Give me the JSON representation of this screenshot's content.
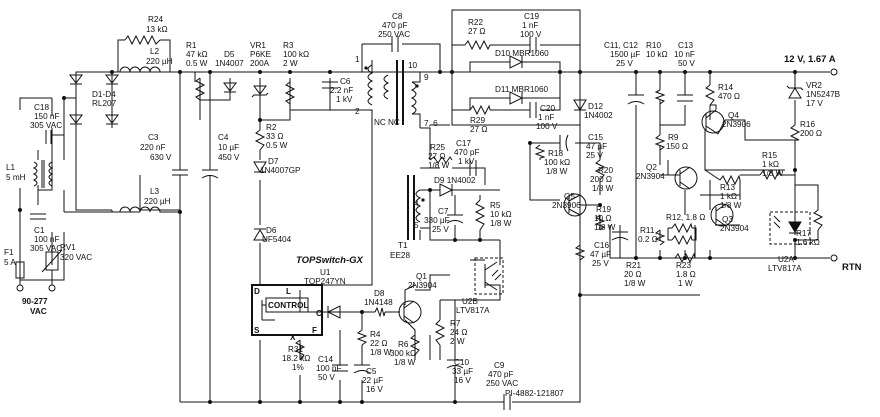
{
  "figure_id": "PI-4882-121807",
  "labels": {
    "f1": [
      "F1",
      "5 A"
    ],
    "rv1": [
      "RV1",
      "320 VAC"
    ],
    "c1": [
      "C1",
      "100 nF",
      "305 VAC"
    ],
    "l1": [
      "L1",
      "5 mH"
    ],
    "c18": [
      "C18",
      "150 nF",
      "305 VAC"
    ],
    "d1d4": [
      "D1-D4",
      "RL207"
    ],
    "r24": [
      "R24",
      "13 kΩ"
    ],
    "l2": [
      "L2",
      "220 µH"
    ],
    "l3": [
      "L3",
      "220 µH"
    ],
    "c3": [
      "C3",
      "220 nF",
      "630 V"
    ],
    "c4": [
      "C4",
      "10 µF",
      "450 V"
    ],
    "r1": [
      "R1",
      "47 kΩ",
      "0.5 W"
    ],
    "d5": [
      "D5",
      "1N4007"
    ],
    "vr1": [
      "VR1",
      "P6KE",
      "200A"
    ],
    "r3": [
      "R3",
      "100 kΩ",
      "2 W"
    ],
    "c6": [
      "C6",
      "2.2 nF",
      "1 kV"
    ],
    "r2": [
      "R2",
      "33 Ω",
      "0.5 W"
    ],
    "d7": [
      "D7",
      "1N4007GP"
    ],
    "d6": [
      "D6",
      "UF5404"
    ],
    "c8": [
      "C8",
      "470 pF",
      "250 VAC"
    ],
    "r22": [
      "R22",
      "27 Ω"
    ],
    "c19": [
      "C19",
      "1 nF",
      "100 V"
    ],
    "d10": "D10 MBR1060",
    "d11": "D11 MBR1060",
    "r29": [
      "R29",
      "27 Ω"
    ],
    "c20": [
      "C20",
      "1 nF",
      "100 V"
    ],
    "d12": [
      "D12",
      "1N4002"
    ],
    "c11c12": [
      "C11, C12",
      "1500 µF",
      "25 V"
    ],
    "r10": [
      "R10",
      "10 kΩ"
    ],
    "c13": [
      "C13",
      "10 nF",
      "50 V"
    ],
    "vr2": [
      "VR2",
      "1N5247B",
      "17 V"
    ],
    "r14": [
      "R14",
      "470 Ω"
    ],
    "q4": [
      "Q4",
      "2N3906"
    ],
    "r16": [
      "R16",
      "200 Ω"
    ],
    "r9": [
      "R9",
      "150 Ω"
    ],
    "r15": [
      "R15",
      "1 kΩ",
      "1/8 W"
    ],
    "c15": [
      "C15",
      "47 µF",
      "25 V"
    ],
    "r18": [
      "R18",
      "100 kΩ",
      "1/8 W"
    ],
    "q2": [
      "Q2",
      "2N3904"
    ],
    "r13": [
      "R13",
      "1 kΩ",
      "1/8 W"
    ],
    "r20": [
      "R20",
      "200 Ω",
      "1/8 W"
    ],
    "q5": [
      "Q5",
      "2N3906"
    ],
    "r19": [
      "R19",
      "10 Ω",
      "1/8 W"
    ],
    "r12": "R12, 1.8 Ω",
    "q3": [
      "Q3",
      "2N3904"
    ],
    "u2a": [
      "U2A",
      "LTV817A"
    ],
    "r17": [
      "R17",
      "1.6 kΩ"
    ],
    "c16": [
      "C16",
      "47 µF",
      "25 V"
    ],
    "r11": [
      "R11",
      "0.2 Ω"
    ],
    "r23": [
      "R23",
      "1.8 Ω",
      "1 W"
    ],
    "r21": [
      "R21",
      "20 Ω",
      "1/8 W"
    ],
    "r25": [
      "R25",
      "27 Ω",
      "1/8 W"
    ],
    "c17": [
      "C17",
      "470 pF",
      "1 kV"
    ],
    "d9": "D9 1N4002",
    "c7": [
      "C7",
      "330 µF",
      "25 V"
    ],
    "r5": [
      "R5",
      "10 kΩ",
      "1/8 W"
    ],
    "t1": [
      "T1",
      "EE28"
    ],
    "u1": [
      "U1",
      "TOP247YN"
    ],
    "brand": "TOPSwitch-GX",
    "control": "CONTROL",
    "q1": [
      "Q1",
      "2N3904"
    ],
    "d8": [
      "D8",
      "1N4148"
    ],
    "u2b": [
      "U2B",
      "LTV817A"
    ],
    "r4": [
      "R4",
      "22 Ω",
      "1/8 W"
    ],
    "r6": [
      "R6",
      "300 kΩ",
      "1/8 W"
    ],
    "r7": [
      "R7",
      "24 Ω",
      "2 W"
    ],
    "c10": [
      "C10",
      "33 µF",
      "16 V"
    ],
    "c9": [
      "C9",
      "470 pF",
      "250 VAC"
    ],
    "r31": [
      "R31",
      "18.2 kΩ",
      "1%"
    ],
    "c14": [
      "C14",
      "100 nF",
      "50 V"
    ],
    "c5": [
      "C5",
      "22 µF",
      "16 V"
    ],
    "pins": [
      "D",
      "L",
      "S",
      "X",
      "F",
      "C"
    ],
    "xfmr_pins": [
      "1",
      "2",
      "10",
      "9",
      "7, 6",
      "4",
      "5",
      "NC",
      "NC"
    ]
  },
  "input": [
    "90-277",
    "VAC"
  ],
  "output": {
    "positive": "12 V, 1.67 A",
    "return": "RTN"
  }
}
